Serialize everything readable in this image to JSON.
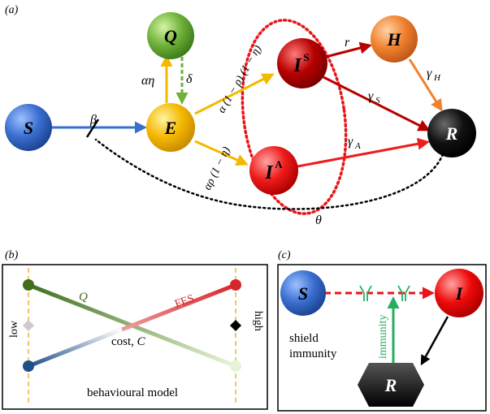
{
  "panels": {
    "a": {
      "label": "(a)"
    },
    "b": {
      "label": "(b)"
    },
    "c": {
      "label": "(c)"
    }
  },
  "nodes": {
    "S": "S",
    "E": "E",
    "Q": "Q",
    "IS_base": "I",
    "IS_sup": "S",
    "IA_base": "I",
    "IA_sup": "A",
    "H": "H",
    "R": "R"
  },
  "rates": {
    "beta": "β",
    "alpha_eta": "αη",
    "delta": "δ",
    "to_IS": "α (1 − ρ) (1 − η)",
    "to_IA": "αρ (1 − η)",
    "r": "r",
    "gamma_S_base": "γ",
    "gamma_S_sub": "S",
    "gamma_A_base": "γ",
    "gamma_A_sub": "A",
    "gamma_H_base": "γ",
    "gamma_H_sub": "H",
    "theta": "θ"
  },
  "behavioural": {
    "low": "low",
    "high": "high",
    "Q": "Q",
    "FES": "FES",
    "cost": "cost, ",
    "cost_var": "C",
    "caption": "behavioural model"
  },
  "shield": {
    "S": "S",
    "I": "I",
    "R": "R",
    "immunity": "immunity",
    "label_line1": "shield",
    "label_line2": "immunity"
  },
  "colors": {
    "S": "#3a6fd0",
    "E": "#f5b800",
    "Q": "#6fb23a",
    "IS": "#b80000",
    "IA": "#ef1b1b",
    "H": "#f0822e",
    "R": "#000000",
    "green_dark": "#3f6e1c",
    "fes_red": "#d6262a",
    "blue_dark": "#1f4f8a",
    "shield_green": "#27ae60"
  }
}
